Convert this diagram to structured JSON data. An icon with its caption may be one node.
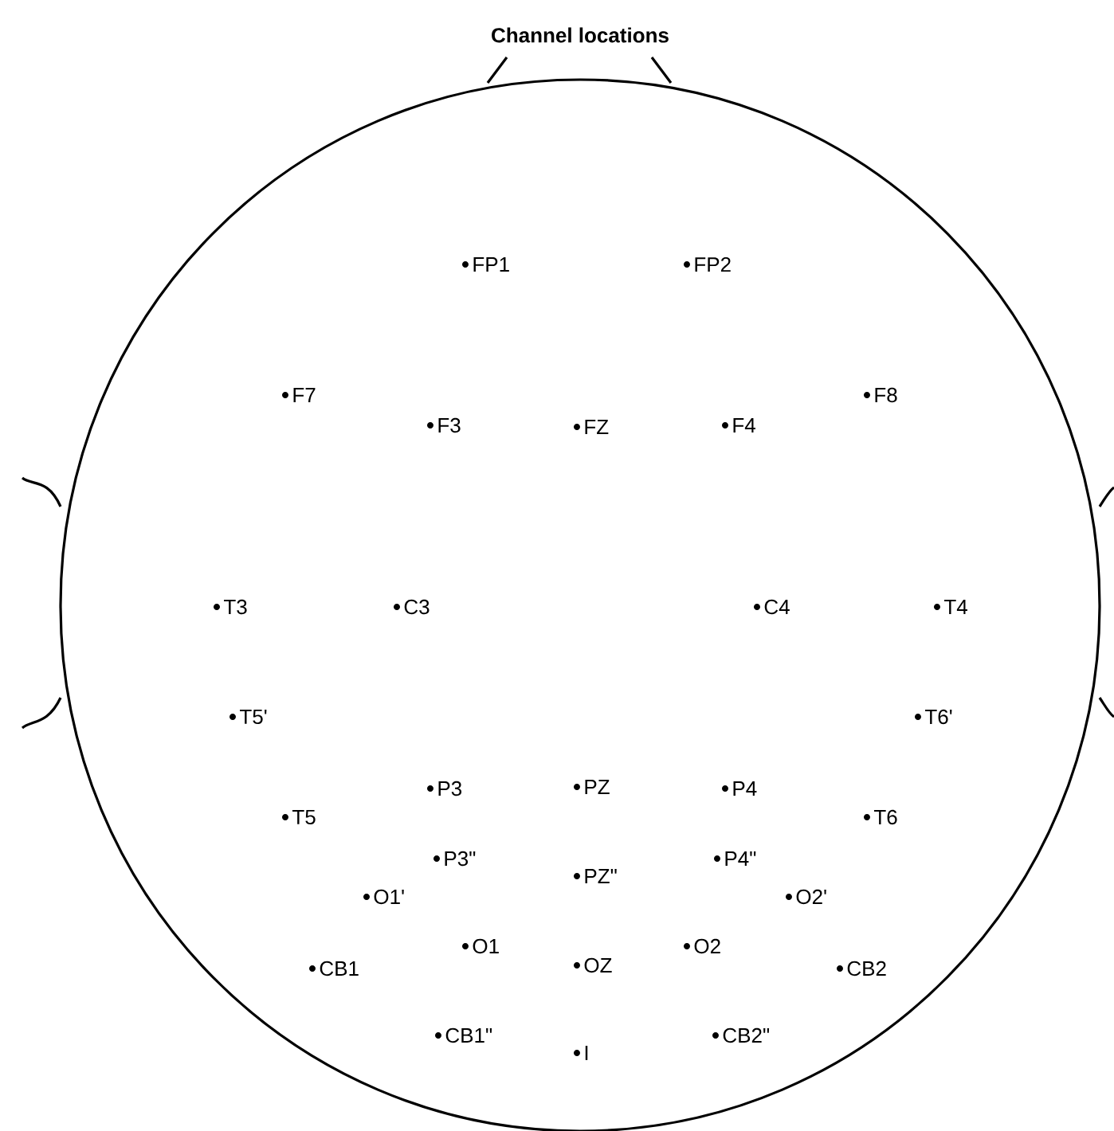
{
  "diagram": {
    "title": "Channel locations",
    "labels": [
      "FP1",
      "FP2",
      "F7",
      "F8",
      "F3",
      "FZ",
      "F4",
      "T3",
      "C3",
      "C4",
      "T4",
      "T5'",
      "T6'",
      "P3",
      "PZ",
      "P4",
      "T5",
      "T6",
      "P3\"",
      "P4\"",
      "PZ\"",
      "O1'",
      "O2'",
      "O1",
      "O2",
      "CB1",
      "OZ",
      "CB2",
      "CB1\"",
      "CB2\"",
      "I"
    ]
  }
}
